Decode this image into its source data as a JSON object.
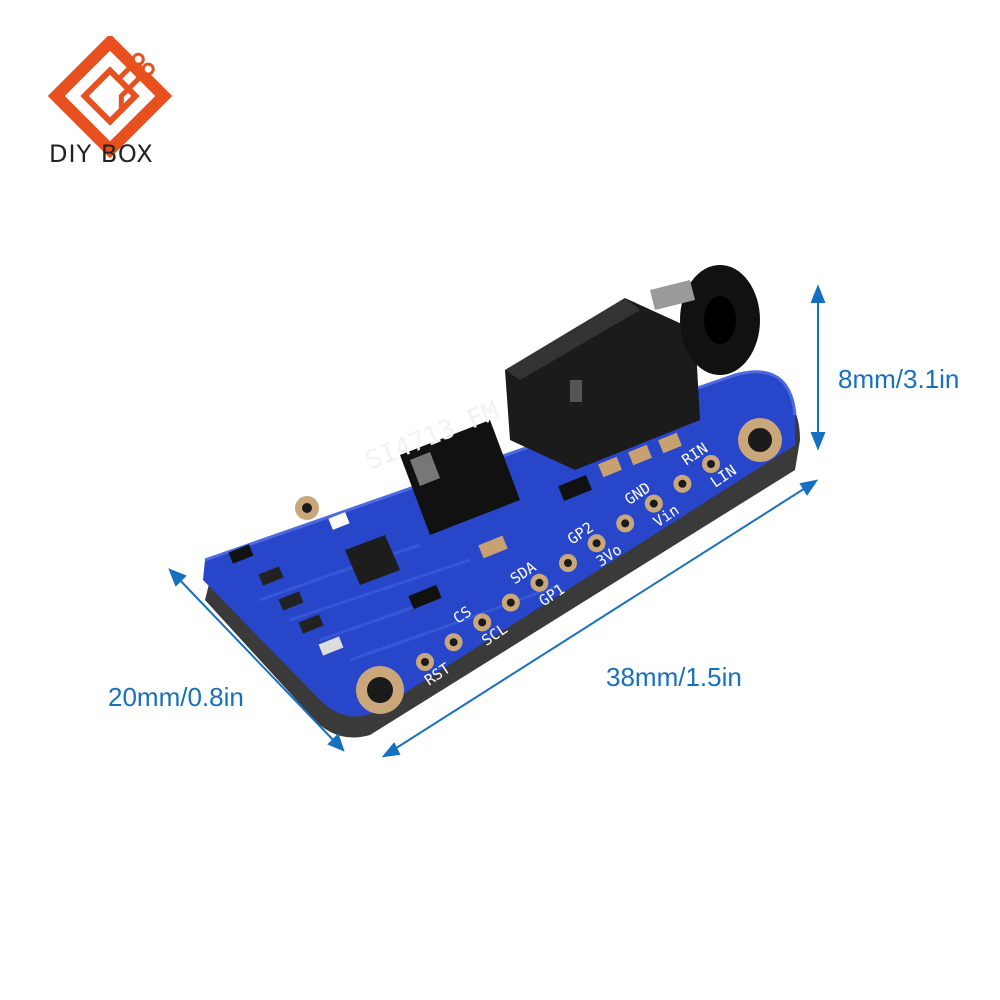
{
  "brand": {
    "name": "DIY BOX",
    "accent": "#e8501f"
  },
  "board": {
    "silkscreen_title": "SI4713 FM",
    "pcb_color": "#2746c9",
    "pins": [
      "RST",
      "CS",
      "SCL",
      "SDA",
      "GP1",
      "GP2",
      "3Vo",
      "GND",
      "Vin",
      "RIN",
      "LIN"
    ]
  },
  "dimensions": {
    "height": "8mm/3.1in",
    "width": "20mm/0.8in",
    "length": "38mm/1.5in",
    "line_color": "#1670c2"
  }
}
